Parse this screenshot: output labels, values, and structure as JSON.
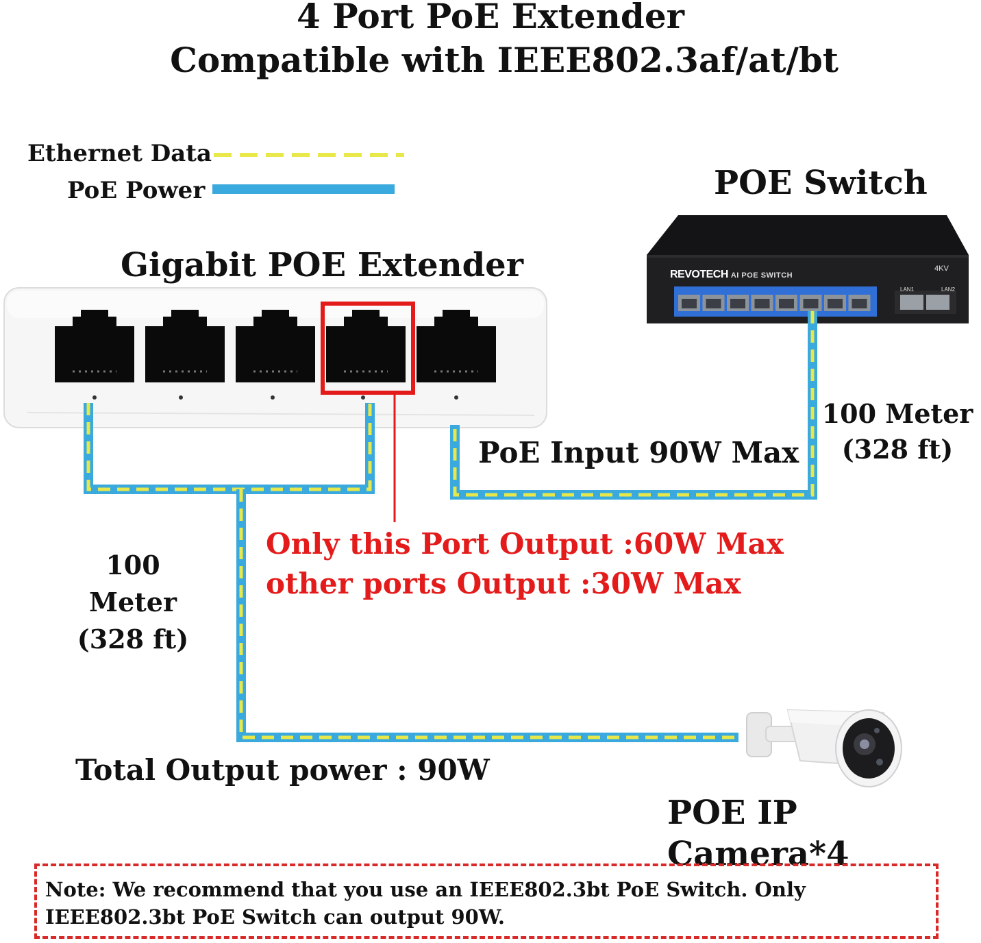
{
  "title": {
    "line1": "4 Port PoE Extender",
    "line2": "Compatible with IEEE802.3af/at/bt"
  },
  "legend": {
    "ethernet_label": "Ethernet Data",
    "poe_label": "PoE Power"
  },
  "switch": {
    "title": "POE Switch",
    "brand": "REVOTECH",
    "brand_suffix": "AI POE SWITCH",
    "badge": "4KV",
    "lan1": "LAN1",
    "lan2": "LAN2"
  },
  "extender": {
    "title": "Gigabit POE Extender"
  },
  "labels": {
    "length_right_1": "100 Meter",
    "length_right_2": "(328 ft)",
    "poe_input": "PoE Input 90W Max",
    "length_left_1": "100 Meter",
    "length_left_2": "(328 ft)",
    "port_note_1": "Only this Port Output :60W Max",
    "port_note_2": "other ports Output :30W Max",
    "total_power": "Total Output power : 90W",
    "camera": "POE IP Camera*4"
  },
  "note": "Note: We recommend that you use an IEEE802.3bt PoE Switch. Only IEEE802.3bt PoE Switch can output 90W.",
  "colors": {
    "ethernet": "#e8e84a",
    "poe": "#3aa9dd",
    "highlight": "#e31b1b",
    "switch_body": "#1f1f21",
    "switch_panel": "#2f6fd6"
  }
}
